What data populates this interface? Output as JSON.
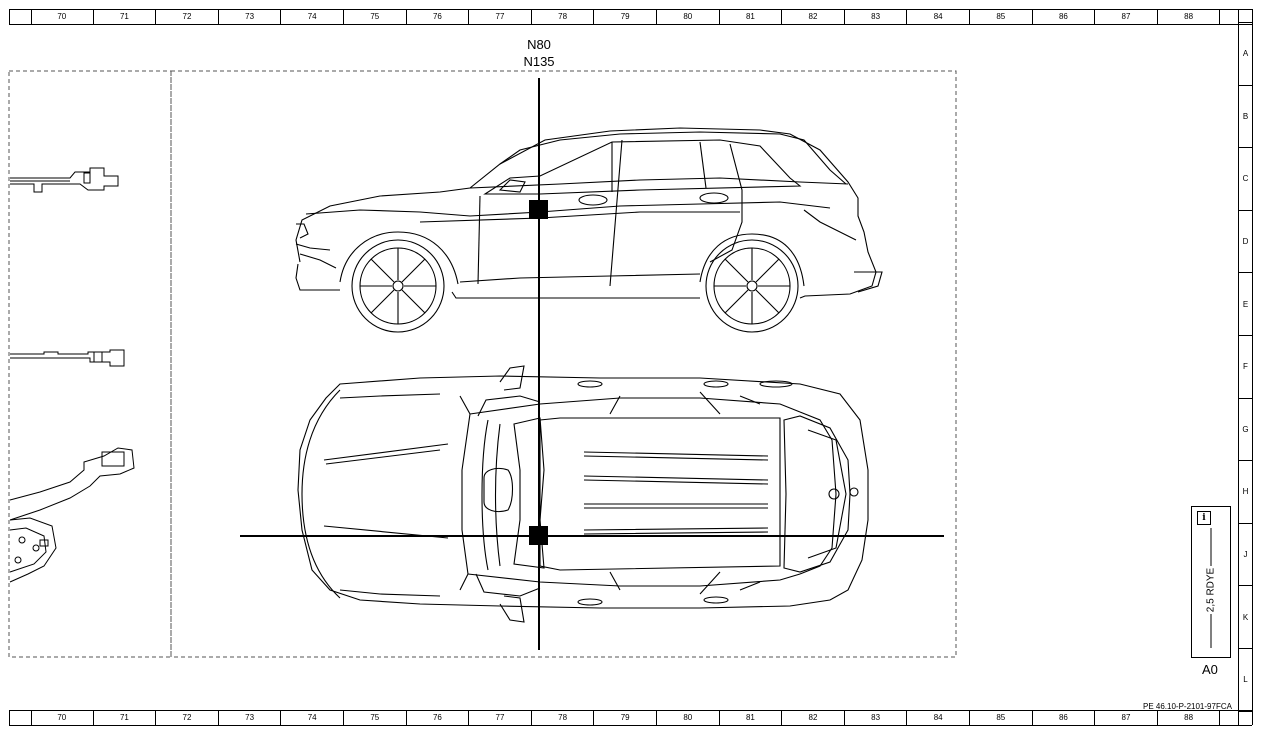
{
  "columns": [
    "70",
    "71",
    "72",
    "73",
    "74",
    "75",
    "76",
    "77",
    "78",
    "79",
    "80",
    "81",
    "82",
    "83",
    "84",
    "85",
    "86",
    "87",
    "88"
  ],
  "rows": [
    "A",
    "B",
    "C",
    "D",
    "E",
    "F",
    "G",
    "H",
    "J",
    "K",
    "L"
  ],
  "component_labels": [
    "N80",
    "N135"
  ],
  "wire": {
    "label": "2,5 RDYE",
    "icon": "info-icon",
    "icon_glyph": "i"
  },
  "location_code": "A0",
  "document_number": "PE 46.10-P-2101-97FCA"
}
